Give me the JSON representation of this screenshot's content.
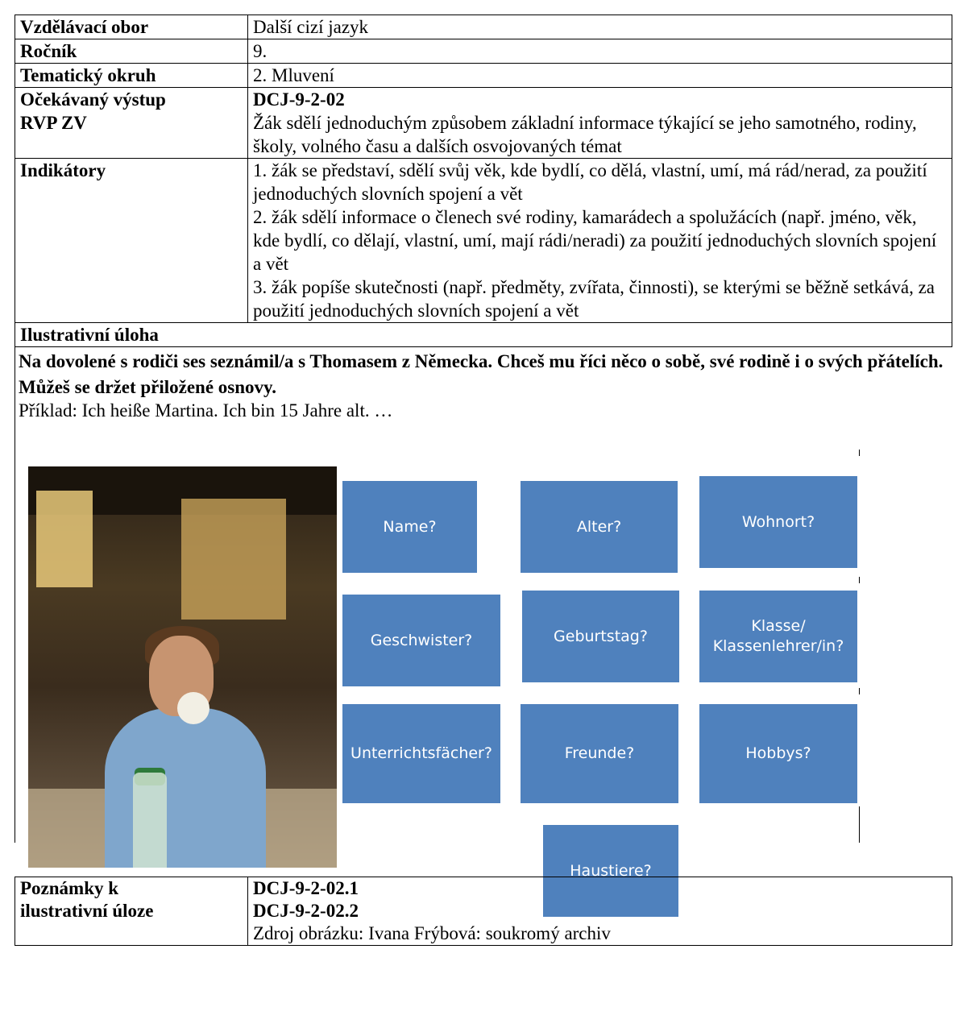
{
  "table": {
    "rows": [
      {
        "label": "Vzdělávací obor",
        "value": "Další cizí jazyk"
      },
      {
        "label": "Ročník",
        "value": "9."
      },
      {
        "label": "Tematický okruh",
        "value": "2. Mluvení"
      }
    ],
    "outcome": {
      "label_line1": "Očekávaný výstup",
      "label_line2": "RVP ZV",
      "code": "DCJ-9-2-02",
      "text": "Žák sdělí jednoduchým způsobem základní informace týkající se jeho samotného, rodiny, školy, volného času a dalších osvojovaných témat"
    },
    "indicators": {
      "label": "Indikátory",
      "items": [
        "1. žák se představí, sdělí svůj věk, kde bydlí, co dělá, vlastní, umí, má rád/nerad, za použití jednoduchých slovních spojení a vět",
        "2. žák sdělí informace o členech své rodiny, kamarádech a spolužácích (např. jméno, věk, kde bydlí, co dělají, vlastní, umí, mají rádi/neradi) za použití jednoduchých slovních spojení a vět",
        "3. žák popíše skutečnosti (např. předměty, zvířata, činnosti), se kterými se běžně setkává, za použití jednoduchých slovních spojení a vět"
      ]
    }
  },
  "task": {
    "heading": "Ilustrativní úloha",
    "question": "Na dovolené s rodiči ses seznámil/a s Thomasem z Německa. Chceš mu říci něco o sobě, své rodině i o svých přátelích. Můžeš se držet přiložené osnovy.",
    "example": "Příklad: Ich heiße Martina. Ich bin 15 Jahre alt. …",
    "tiles": [
      "Name?",
      "Alter?",
      "Wohnort?",
      "Geschwister?",
      "Geburtstag?",
      "Klasse/ Klassenlehrer/in?",
      "Unterrichtsfächer?",
      "Freunde?",
      "Hobbys?",
      "Haustiere?"
    ]
  },
  "notes": {
    "label_line1": "Poznámky k",
    "label_line2": "ilustrativní úloze",
    "codes": [
      "DCJ-9-2-02.1",
      "DCJ-9-2-02.2"
    ],
    "source": "Zdroj obrázku: Ivana Frýbová: soukromý archiv"
  }
}
